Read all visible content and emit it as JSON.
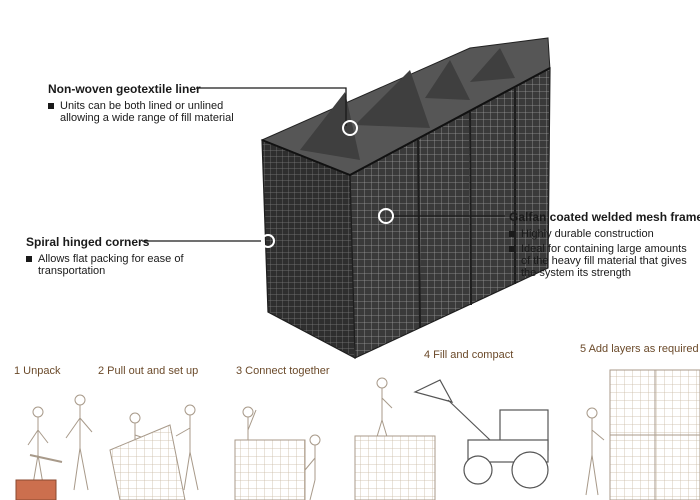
{
  "callouts": {
    "liner": {
      "title": "Non-woven geotextile liner",
      "bullets": [
        "Units can be both lined or unlined allowing a wide range of fill material"
      ]
    },
    "corners": {
      "title": "Spiral hinged corners",
      "bullets": [
        "Allows flat packing for ease of transportation"
      ]
    },
    "mesh": {
      "title": "Galfan coated welded mesh frame",
      "bullets": [
        "Highly durable construction",
        "Ideal for containing large amounts of the heavy fill material that gives the system its strength"
      ]
    }
  },
  "steps": [
    {
      "label": "1 Unpack"
    },
    {
      "label": "2 Pull out and set up"
    },
    {
      "label": "3 Connect together"
    },
    {
      "label": "4 Fill and compact"
    },
    {
      "label": "5 Add layers as required"
    }
  ],
  "colors": {
    "step_text": "#6b4a2a",
    "frame": "#2b2b2b",
    "mesh_line": "#8a8a8a",
    "liner": "#4a4a4a"
  }
}
